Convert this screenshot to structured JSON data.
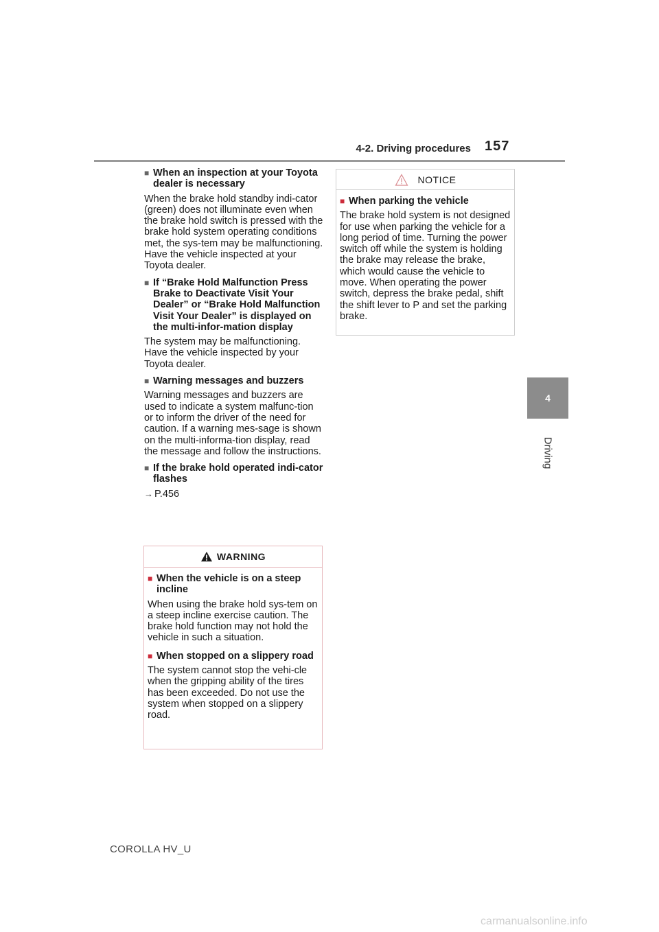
{
  "header": {
    "section_title": "4-2. Driving procedures",
    "page_number": "157"
  },
  "side_tab": {
    "chapter_number": "4",
    "chapter_label": "Driving"
  },
  "left_column": {
    "s1_heading": "When an inspection at your Toyota dealer is necessary",
    "s1_text": "When the brake hold standby indi-cator (green) does not illuminate even when the brake hold switch is pressed with the brake hold system operating conditions met, the sys-tem may be malfunctioning. Have the vehicle inspected at your Toyota dealer.",
    "s2_heading": "If “Brake Hold Malfunction Press Brake to Deactivate Visit Your Dealer” or “Brake Hold Malfunction Visit Your Dealer” is displayed on the multi-infor-mation display",
    "s2_text": "The system may be malfunctioning. Have the vehicle inspected by your Toyota dealer.",
    "s3_heading": "Warning messages and buzzers",
    "s3_text": "Warning messages and buzzers are used to indicate a system malfunc-tion or to inform the driver of the need for caution. If a warning mes-sage is shown on the multi-informa-tion display, read the message and follow the instructions.",
    "s4_heading": "If the brake hold operated indi-cator flashes",
    "s4_arrow": "→",
    "s4_ref": "P.456"
  },
  "warning_box": {
    "title": "WARNING",
    "s1_heading": "When the vehicle is on a steep incline",
    "s1_text": "When using the brake hold sys-tem on a steep incline exercise caution. The brake hold function may not hold the vehicle in such a situation.",
    "s2_heading": "When stopped on a slippery road",
    "s2_text": "The system cannot stop the vehi-cle when the gripping ability of the tires has been exceeded. Do not use the system when stopped on a slippery road."
  },
  "notice_box": {
    "title": "NOTICE",
    "s1_heading": "When parking the vehicle",
    "s1_text": "The brake hold system is not designed for use when parking the vehicle for a long period of time. Turning the power switch off while the system is holding the brake may release the brake, which would cause the vehicle to move. When operating the power switch, depress the brake pedal, shift the shift lever to P and set the parking brake."
  },
  "footer": {
    "model": "COROLLA HV_U"
  },
  "watermark": {
    "text": "carmanualsonline.info"
  },
  "icons": {
    "bullet": "■",
    "warning": "warning-triangle",
    "notice": "notice-triangle"
  },
  "colors": {
    "warning_border": "#e7b7bc",
    "notice_border": "#cfcfcf",
    "tab": "#8c8c8c",
    "rule": "#9a9a9a"
  }
}
